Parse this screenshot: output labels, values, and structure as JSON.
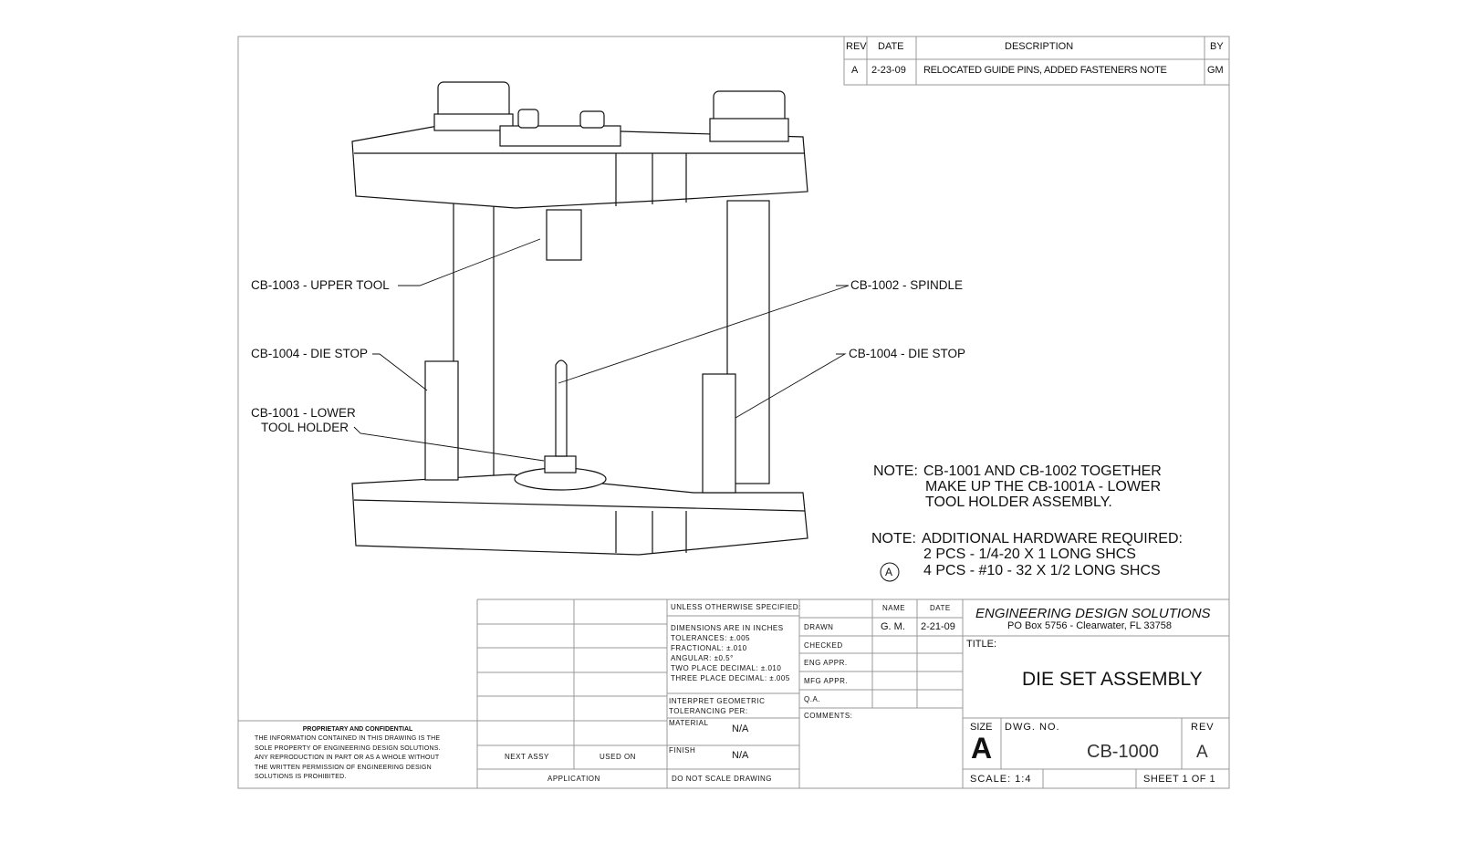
{
  "revision_block": {
    "headers": [
      "REV",
      "DATE",
      "DESCRIPTION",
      "BY"
    ],
    "rows": [
      {
        "rev": "A",
        "date": "2-23-09",
        "description": "RELOCATED GUIDE PINS, ADDED FASTENERS NOTE",
        "by": "GM"
      }
    ]
  },
  "callouts": {
    "upper_tool": "CB-1003 - UPPER TOOL",
    "spindle": "CB-1002 - SPINDLE",
    "die_stop_left": "CB-1004 - DIE STOP",
    "die_stop_right": "CB-1004 - DIE STOP",
    "lower_holder_1": "CB-1001 - LOWER",
    "lower_holder_2": "TOOL HOLDER"
  },
  "notes": {
    "note1_label": "NOTE:",
    "note1_lines": [
      "CB-1001 AND CB-1002 TOGETHER",
      "MAKE UP THE CB-1001A - LOWER",
      "TOOL HOLDER ASSEMBLY."
    ],
    "note2_label": "NOTE:",
    "note2_lines": [
      "ADDITIONAL HARDWARE REQUIRED:",
      "2 PCS - 1/4-20 X 1 LONG SHCS",
      "4 PCS - #10 - 32 X 1/2 LONG SHCS"
    ],
    "rev_marker": "A"
  },
  "proprietary": {
    "title": "PROPRIETARY AND CONFIDENTIAL",
    "lines": [
      "THE INFORMATION CONTAINED IN THIS DRAWING IS THE",
      "SOLE PROPERTY OF ENGINEERING DESIGN SOLUTIONS.",
      "ANY REPRODUCTION IN PART OR AS A WHOLE WITHOUT",
      "THE WRITTEN PERMISSION OF ENGINEERING DESIGN",
      "SOLUTIONS IS PROHIBITED."
    ]
  },
  "title_block": {
    "next_assy": "NEXT ASSY",
    "used_on": "USED ON",
    "application": "APPLICATION",
    "unless": "UNLESS OTHERWISE SPECIFIED:",
    "tolerances": [
      "DIMENSIONS ARE IN INCHES",
      "TOLERANCES: ±.005",
      "FRACTIONAL: ±.010",
      "ANGULAR: ±0.5°",
      "TWO PLACE DECIMAL: ±.010",
      "THREE PLACE DECIMAL: ±.005"
    ],
    "interpret": [
      "INTERPRET GEOMETRIC",
      "TOLERANCING PER:"
    ],
    "material_label": "MATERIAL",
    "material": "N/A",
    "finish_label": "FINISH",
    "finish": "N/A",
    "do_not_scale": "DO NOT SCALE DRAWING",
    "name_h": "NAME",
    "date_h": "DATE",
    "drawn": "DRAWN",
    "drawn_name": "G. M.",
    "drawn_date": "2-21-09",
    "checked": "CHECKED",
    "eng_appr": "ENG APPR.",
    "mfg_appr": "MFG APPR.",
    "qa": "Q.A.",
    "comments": "COMMENTS:",
    "company": "ENGINEERING DESIGN SOLUTIONS",
    "address": "PO Box 5756 - Clearwater, FL  33758",
    "title_label": "TITLE:",
    "title": "DIE SET ASSEMBLY",
    "size_label": "SIZE",
    "size": "A",
    "dwg_label": "DWG.  NO.",
    "dwg_no": "CB-1000",
    "rev_label": "REV",
    "rev": "A",
    "scale": "SCALE: 1:4",
    "sheet": "SHEET 1 OF 1"
  }
}
